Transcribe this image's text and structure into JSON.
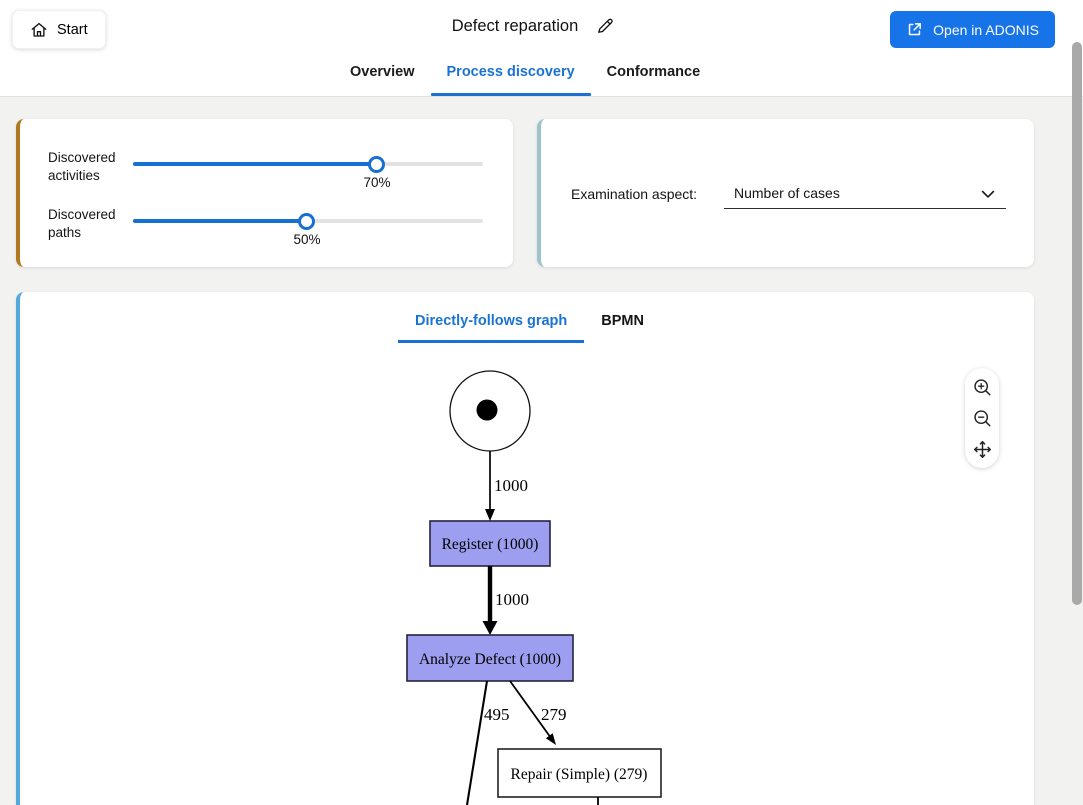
{
  "header": {
    "start_label": "Start",
    "title": "Defect reparation",
    "open_adonis_label": "Open in ADONIS",
    "tabs": [
      {
        "label": "Overview",
        "active": false
      },
      {
        "label": "Process discovery",
        "active": true
      },
      {
        "label": "Conformance",
        "active": false
      }
    ]
  },
  "discovery_card": {
    "activities_label": "Discovered activities",
    "activities_value": "70%",
    "activities_percent": 70,
    "paths_label": "Discovered paths",
    "paths_value": "50%",
    "paths_percent": 50
  },
  "examination_card": {
    "label": "Examination aspect:",
    "selected_option": "Number of cases"
  },
  "graph_card": {
    "tabs": [
      {
        "label": "Directly-follows graph",
        "active": true
      },
      {
        "label": "BPMN",
        "active": false
      }
    ],
    "zoom_tools": [
      "zoom-in",
      "zoom-out",
      "pan"
    ]
  },
  "process_graph": {
    "nodes": [
      {
        "id": "start",
        "type": "start-event",
        "label": ""
      },
      {
        "id": "register",
        "label": "Register (1000)",
        "fill": "#9e9ef0"
      },
      {
        "id": "analyze-defect",
        "label": "Analyze Defect (1000)",
        "fill": "#9e9ef0"
      },
      {
        "id": "repair-simple",
        "label": "Repair (Simple) (279)",
        "fill": "#ffffff"
      }
    ],
    "edges": [
      {
        "from": "start",
        "to": "register",
        "label": "1000"
      },
      {
        "from": "register",
        "to": "analyze-defect",
        "label": "1000"
      },
      {
        "from": "analyze-defect",
        "to": "offscreen-below",
        "label": "495"
      },
      {
        "from": "analyze-defect",
        "to": "repair-simple",
        "label": "279"
      }
    ]
  },
  "colors": {
    "accent_blue": "#1673e8",
    "tab_active_blue": "#1a73d4",
    "slider_blue": "#1670d2",
    "card_border_amber": "#b0791f",
    "card_border_teal": "#9fc3cd",
    "card_border_blue": "#54a9da",
    "node_fill_purple": "#9e9ef0",
    "scrollbar_gray": "#a9a9a9"
  }
}
